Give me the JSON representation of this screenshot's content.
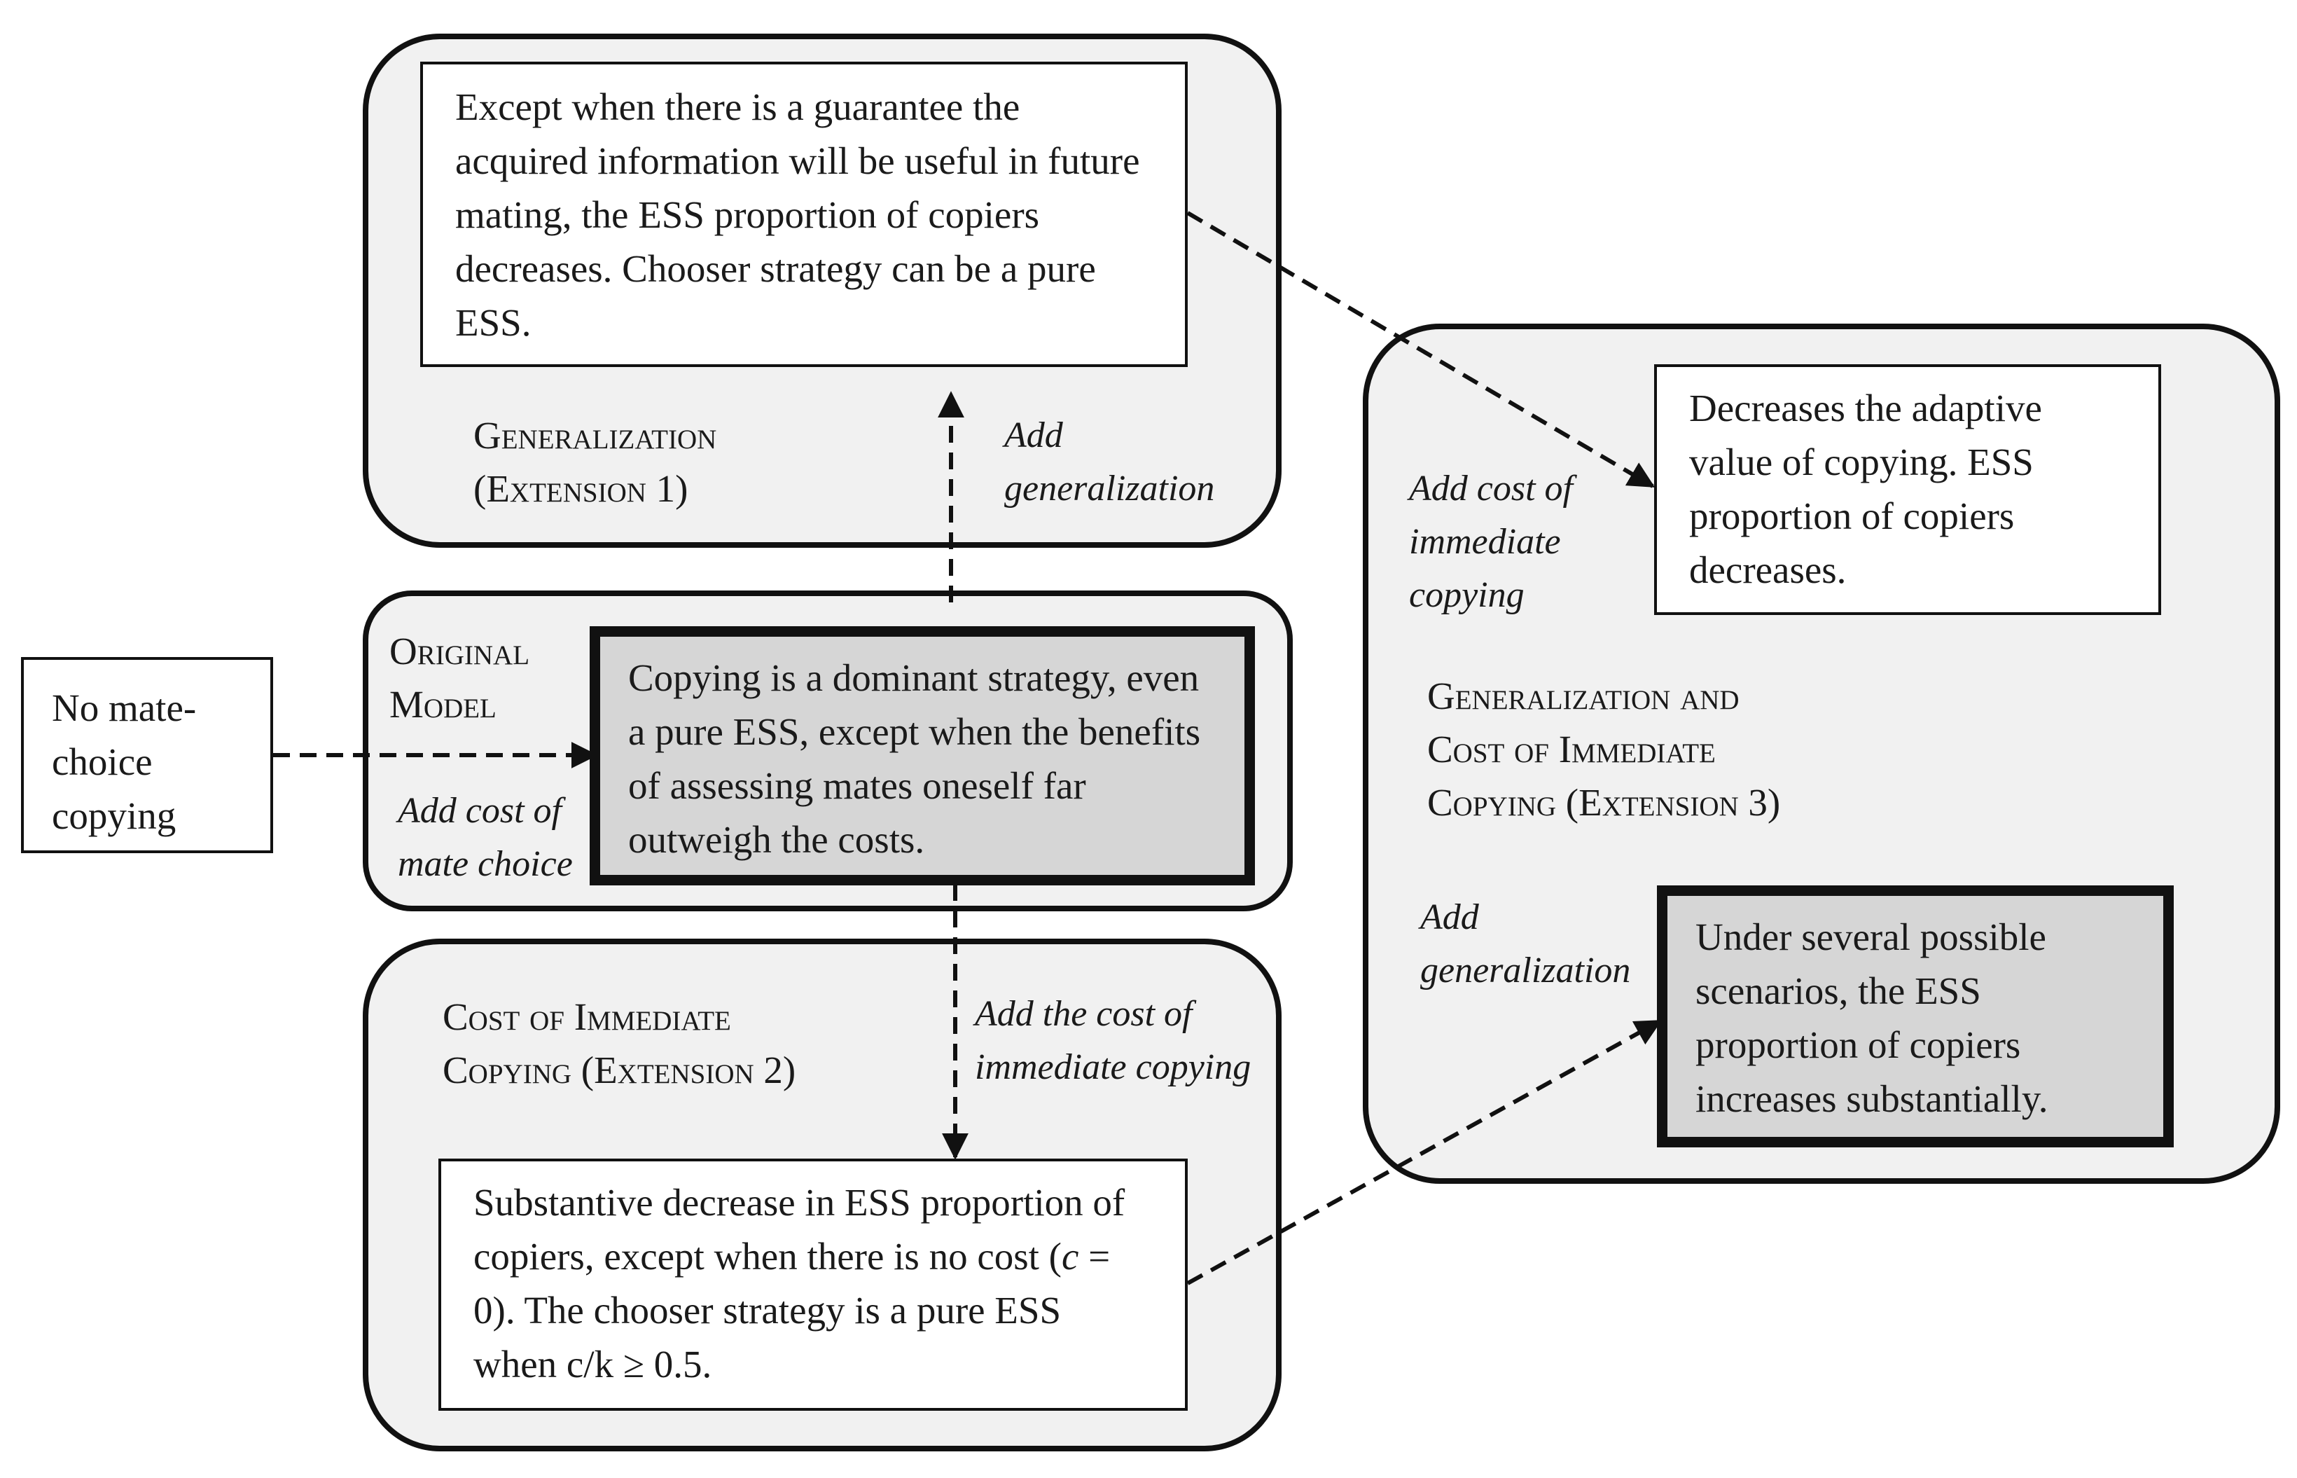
{
  "original": {
    "title_line1": "Original",
    "title_line2": "Model",
    "text": "Copying is a dominant strategy, even a pure ESS, except when the benefits of assessing mates oneself far outweigh the costs.",
    "input_label_line1": "Add cost of",
    "input_label_line2": "mate choice"
  },
  "no_copying": {
    "text": "No mate-choice copying"
  },
  "extension1": {
    "title_line1": "Generalization",
    "title_line2": "(Extension 1)",
    "text": "Except when there is a guarantee the acquired information will be useful in future mating, the ESS proportion of copiers decreases. Chooser strategy can be a pure ESS.",
    "arrow_label_line1": "Add",
    "arrow_label_line2": "generalization"
  },
  "extension2": {
    "title_line1": "Cost of Immediate",
    "title_line2": "Copying (Extension 2)",
    "text_part1": "Substantive decrease in ESS proportion of copiers, except when there is no cost (",
    "text_var": "c",
    "text_part2": " = 0). The chooser strategy is a pure ESS when c/k ≥ 0.5.",
    "arrow_label_line1": "Add the cost of",
    "arrow_label_line2": "immediate copying"
  },
  "extension3": {
    "title_line1": "Generalization and",
    "title_line2": "Cost of Immediate",
    "title_line3": "Copying (Extension 3)",
    "top_text": "Decreases the adaptive value of copying. ESS proportion of copiers decreases.",
    "bottom_text": "Under several possible scenarios, the ESS proportion of copiers increases substantially.",
    "top_label_line1": "Add cost of",
    "top_label_line2": "immediate",
    "top_label_line3": "copying",
    "bottom_label_line1": "Add",
    "bottom_label_line2": "generalization"
  }
}
